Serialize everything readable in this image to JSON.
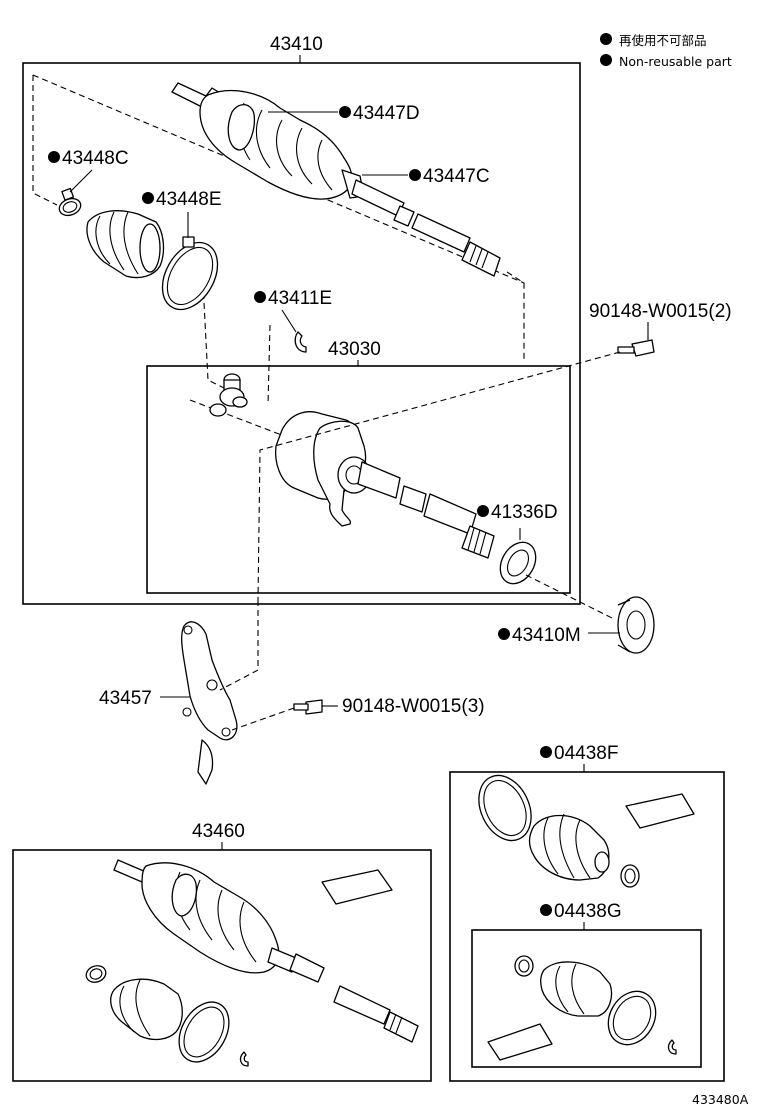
{
  "legend": {
    "japanese": "再使用不可部品",
    "english": "Non-reusable part",
    "marker_color": "#000000"
  },
  "groups": [
    {
      "id": "43410",
      "label": "43410"
    },
    {
      "id": "43030",
      "label": "43030"
    },
    {
      "id": "43460",
      "label": "43460"
    },
    {
      "id": "04438F",
      "label": "04438F",
      "non_reusable": true
    },
    {
      "id": "04438G",
      "label": "04438G",
      "non_reusable": true
    }
  ],
  "parts": {
    "p43447D": {
      "label": "43447D",
      "non_reusable": true
    },
    "p43447C": {
      "label": "43447C",
      "non_reusable": true
    },
    "p43448C": {
      "label": "43448C",
      "non_reusable": true
    },
    "p43448E": {
      "label": "43448E",
      "non_reusable": true
    },
    "p43411E": {
      "label": "43411E",
      "non_reusable": true
    },
    "p90148_2": {
      "label": "90148-W0015(2)"
    },
    "p41336D": {
      "label": "41336D",
      "non_reusable": true
    },
    "p43410M": {
      "label": "43410M",
      "non_reusable": true
    },
    "p43457": {
      "label": "43457"
    },
    "p90148_3": {
      "label": "90148-W0015(3)"
    }
  },
  "figure_id": "433480A"
}
